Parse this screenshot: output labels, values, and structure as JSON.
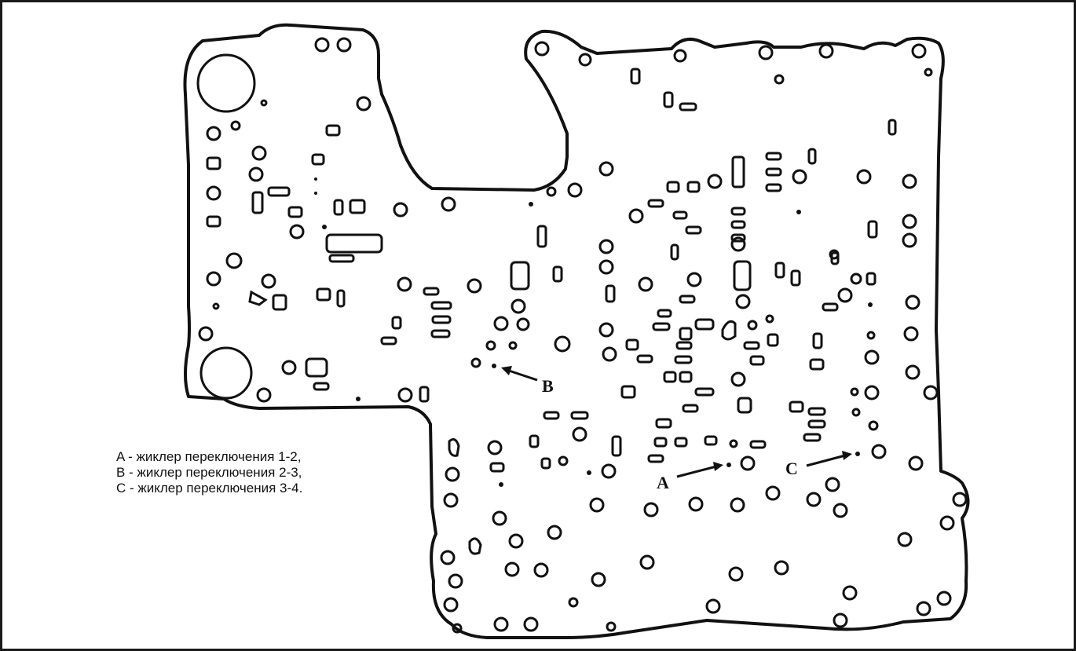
{
  "legend": {
    "items": [
      "A - жиклер переключения 1-2,",
      "B - жиклер переключения 2-3,",
      "C - жиклер переключения 3-4."
    ]
  },
  "callouts": {
    "a": "A",
    "b": "B",
    "c": "C"
  },
  "colors": {
    "ink": "#111111",
    "paper": "#ffffff"
  }
}
